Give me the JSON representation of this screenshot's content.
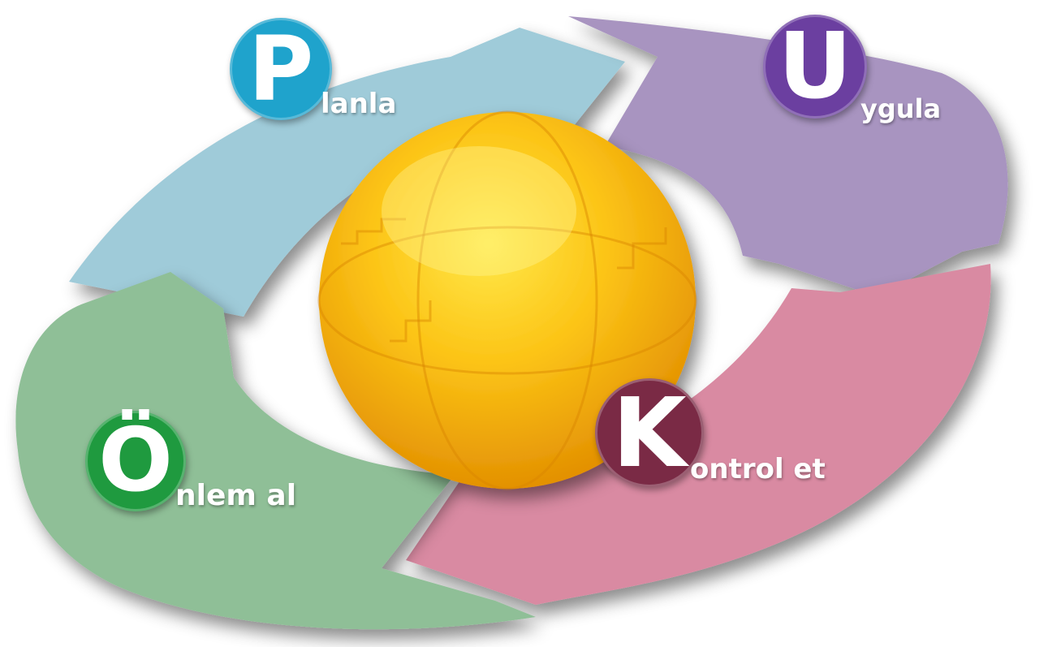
{
  "steps": [
    {
      "id": "planla",
      "letter": "P",
      "rest": "lanla",
      "badge_color": "#1fa3cc",
      "arrow_color": "#9fcbd9"
    },
    {
      "id": "uygula",
      "letter": "U",
      "rest": "ygula",
      "badge_color": "#6b3fa0",
      "arrow_color": "#a894c0"
    },
    {
      "id": "kontrol",
      "letter": "K",
      "rest": "ontrol et",
      "badge_color": "#7a2a45",
      "arrow_color": "#d98aa2"
    },
    {
      "id": "onlem",
      "letter": "Ö",
      "rest": "nlem al",
      "badge_color": "#1f9a3f",
      "arrow_color": "#8fbf97"
    }
  ],
  "center": {
    "icon": "globe-icon",
    "color": "#f6b400",
    "highlight": "#ffe94a"
  }
}
